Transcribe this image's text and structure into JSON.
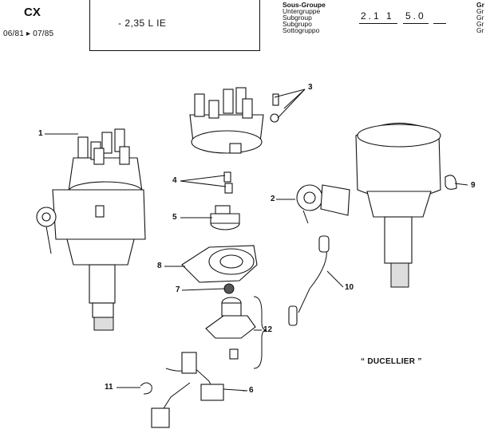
{
  "header": {
    "model": "CX",
    "dates": "06/81 ▸ 07/85",
    "engine": "- 2,35 L  IE",
    "group_labels": [
      "Sous-Groupe",
      "Untergruppe",
      "Subgroup",
      "Subgrupo",
      "Sottogruppo"
    ],
    "code_parts": [
      "2.1 1",
      "5.0",
      ""
    ],
    "right_group_labels": [
      "Gr",
      "Gr",
      "Gr",
      "Gr",
      "Gr"
    ]
  },
  "callouts": [
    "1",
    "2",
    "3",
    "4",
    "5",
    "6",
    "7",
    "8",
    "9",
    "10",
    "11",
    "12"
  ],
  "brand_label": "“ DUCELLIER ”"
}
